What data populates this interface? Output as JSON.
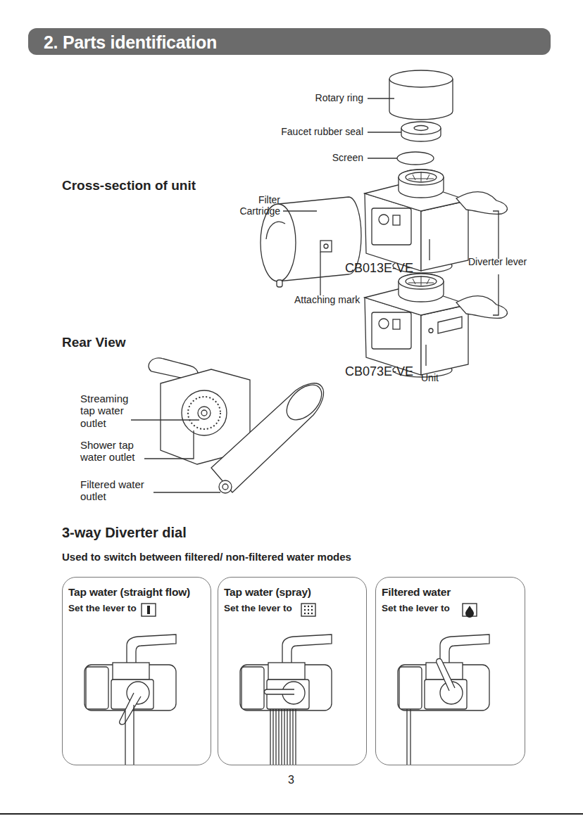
{
  "diagram": {
    "title": "2. Parts identification",
    "nodes": [
      {
        "text": [
          "Tap water (straight flow)",
          "Set the lever to"
        ]
      },
      {
        "text": [
          "Tap water (spray)",
          "Set the lever to"
        ]
      },
      {
        "text": [
          "Filtered water",
          "Set the lever to"
        ]
      }
    ],
    "labels": [
      "Rotary ring",
      "Faucet rubber seal",
      "Screen",
      "Cross-section of unit",
      "Filter Cartridge",
      "CB013E-VE",
      "Diverter lever",
      "Attaching mark",
      "Rear View",
      "CB073E-VE",
      "Unit",
      "Streaming tap water outlet",
      "Shower tap water outlet",
      "Filtered water outlet",
      "3-way Diverter dial",
      "Used to switch between filtered/ non-filtered water modes",
      "3"
    ]
  }
}
